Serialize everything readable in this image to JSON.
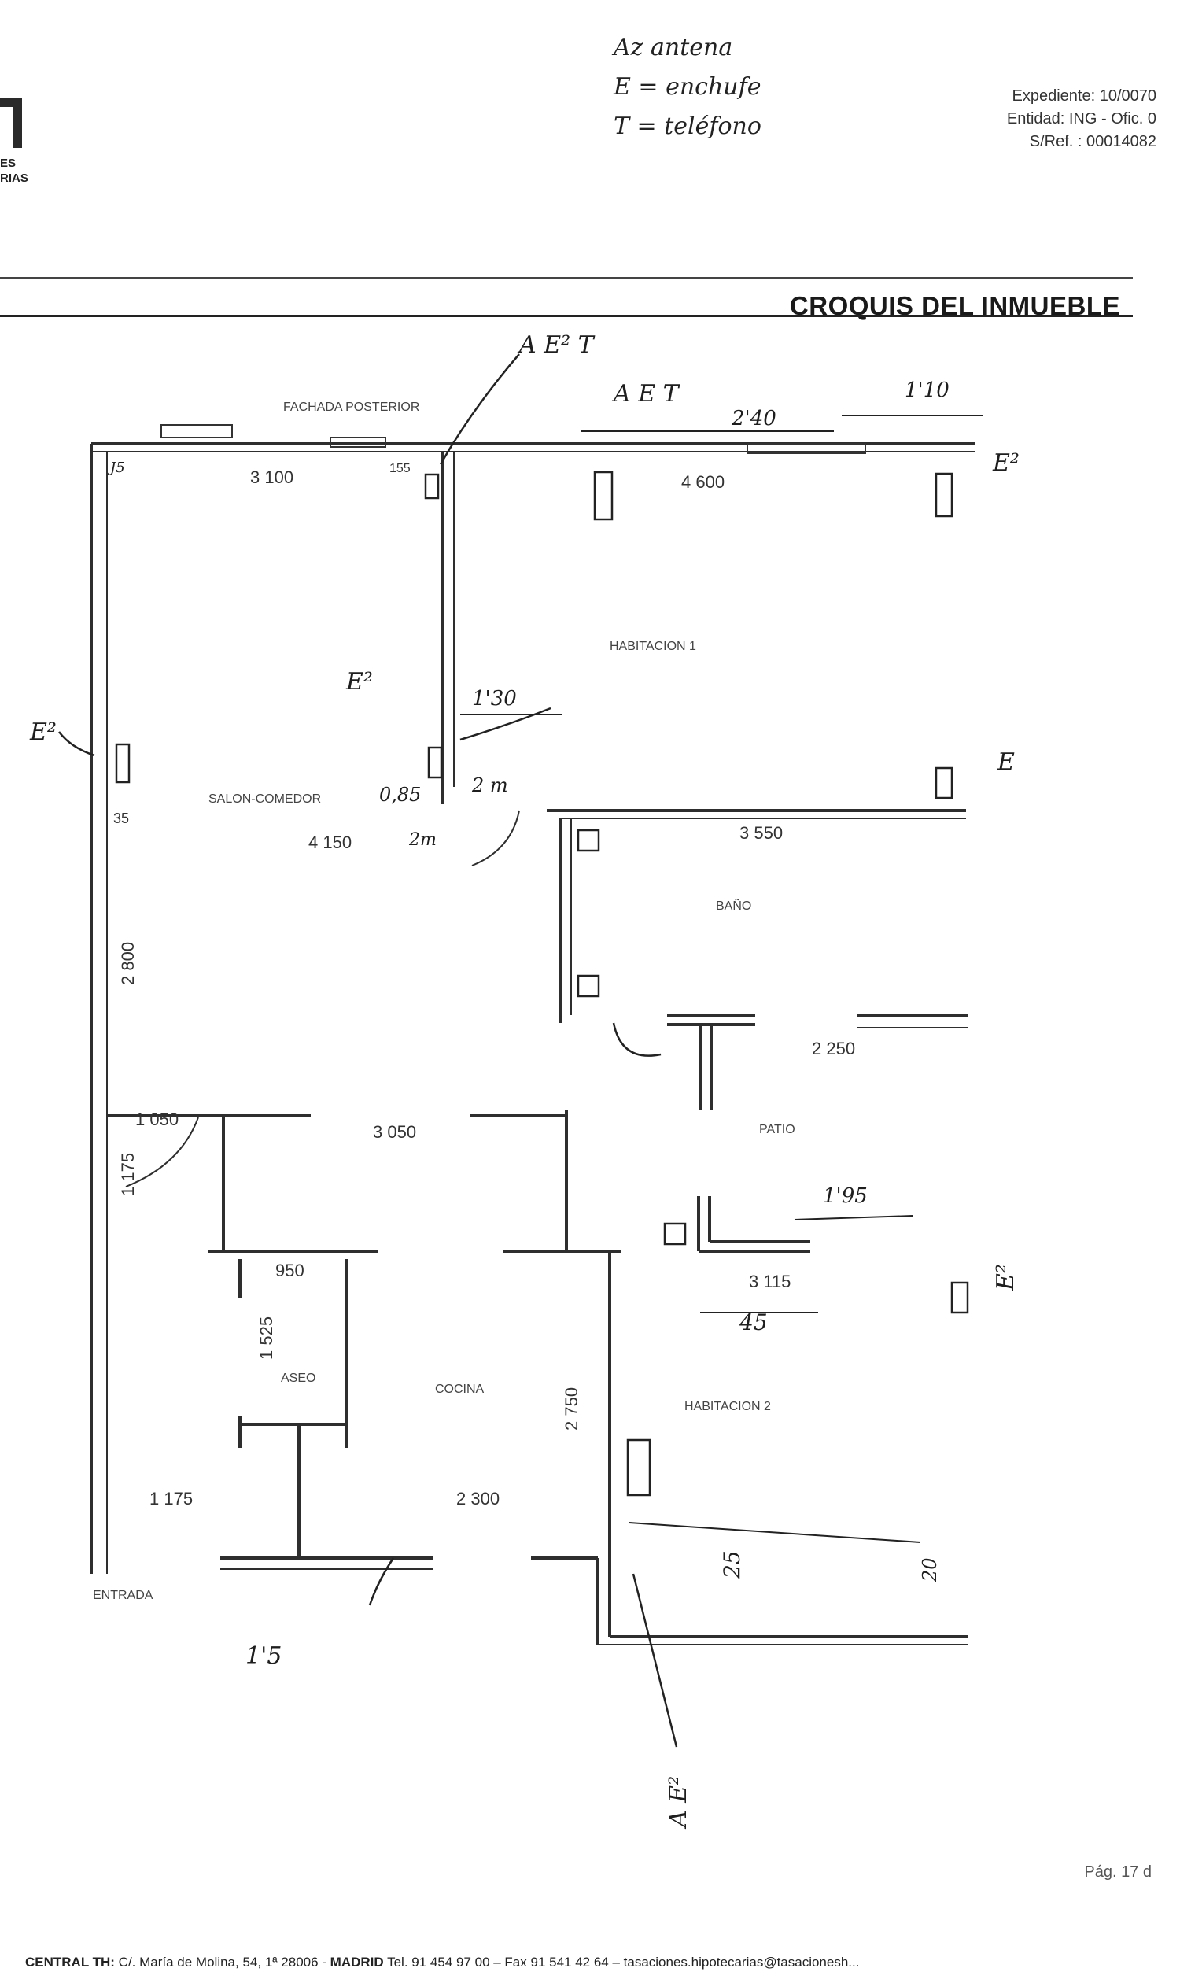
{
  "header": {
    "logo_text_lines": [
      "ES",
      "RIAS"
    ],
    "expediente": "Expediente: 10/0070",
    "entidad": "Entidad: ING - Ofic. 0",
    "sref": "S/Ref. : 00014082",
    "handwritten_note": [
      "Az antena",
      "E = enchufe",
      "T = teléfono"
    ]
  },
  "section_title": "CROQUIS DEL INMUEBLE",
  "floorplan": {
    "labels": {
      "fachada": "FACHADA POSTERIOR",
      "salon": "SALON-COMEDOR",
      "habitacion1": "HABITACION 1",
      "bano": "BAÑO",
      "patio": "PATIO",
      "cocina": "COCINA",
      "aseo": "ASEO",
      "habitacion2": "HABITACION 2",
      "entrada": "ENTRADA"
    },
    "dimensions": {
      "d_3100": "3 100",
      "d_4600": "4 600",
      "d_4150": "4 150",
      "d_2800": "2 800",
      "d_1050": "1 050",
      "d_1175v": "1 175",
      "d_3050": "3 050",
      "d_950": "950",
      "d_1525": "1 525",
      "d_2750": "2 750",
      "d_1175h": "1 175",
      "d_2300": "2 300",
      "d_3550": "3 550",
      "d_2250": "2 250",
      "d_3115": "3 115",
      "d_35": "35",
      "d_155": "155"
    },
    "handwritten": {
      "aet2": "A E² T",
      "aet": "A E T",
      "m240": "2'40",
      "m110": "1'10",
      "e2_top_right": "E²",
      "e2_left": "E²",
      "e2_mid": "E²",
      "m130": "1'30",
      "m085": "0,85",
      "m2a": "2 m",
      "m2b": "2m",
      "e_right": "E",
      "m195": "1'95",
      "m45": "45",
      "e2_right_low": "E²",
      "m25": "25",
      "m20": "20",
      "m15": "1'5",
      "ae2_bottom": "A E²",
      "j5": "J5"
    }
  },
  "page_number": "Pág. 17 d",
  "footer": {
    "prefix": "CENTRAL TH:",
    "address": " C/. María de Molina, 54, 1ª 28006 - ",
    "city": "MADRID",
    "contact": " Tel. 91 454 97 00 – Fax 91 541 42 64 – tasaciones.hipotecarias@tasacionesh..."
  }
}
